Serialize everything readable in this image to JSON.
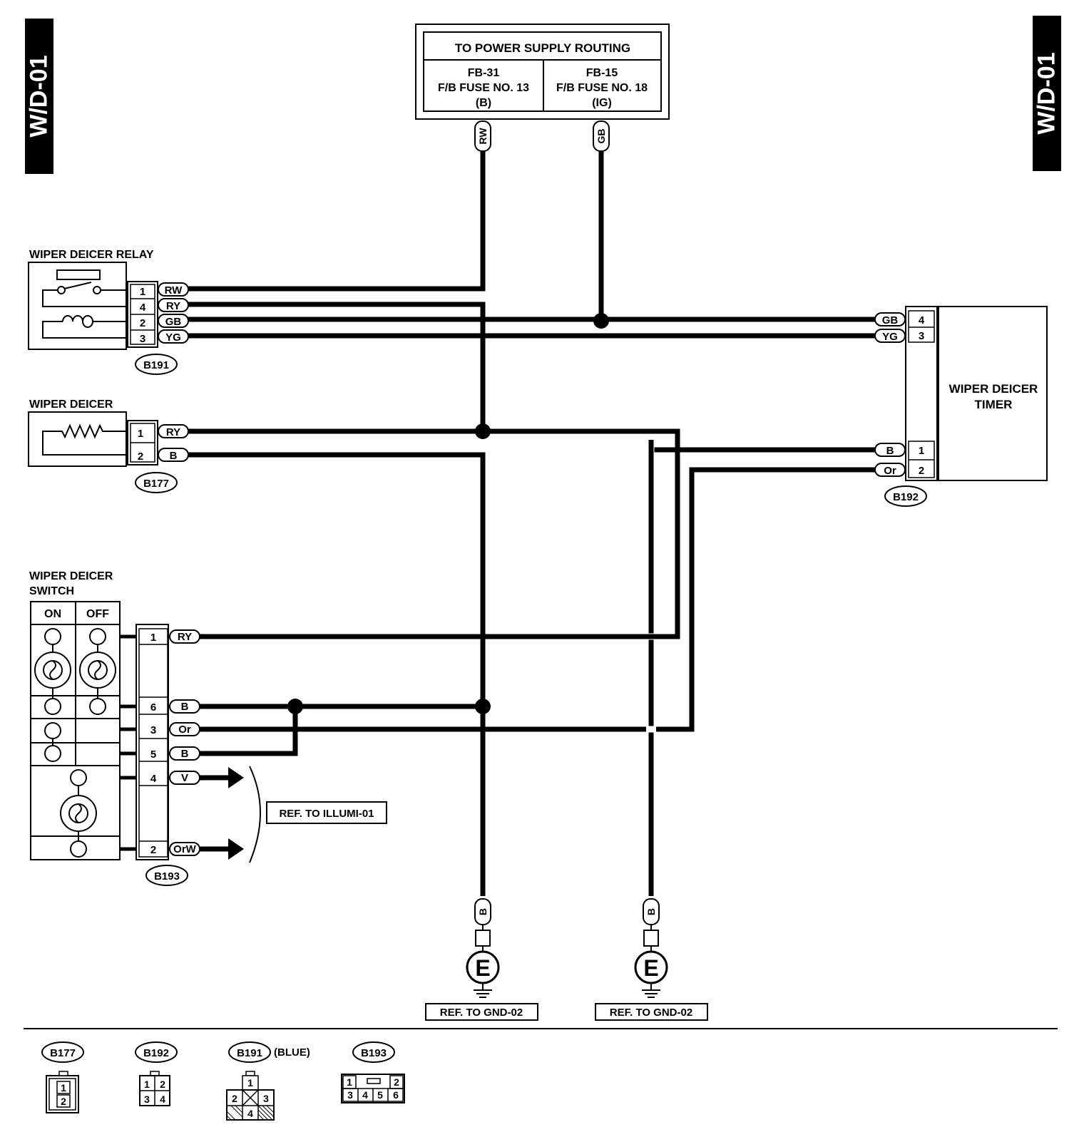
{
  "page_tag": "W/D-01",
  "power_box": {
    "title": "TO POWER SUPPLY ROUTING",
    "left": {
      "line1": "FB-31",
      "line2": "F/B FUSE NO. 13",
      "line3": "(B)"
    },
    "right": {
      "line1": "FB-15",
      "line2": "F/B FUSE NO. 18",
      "line3": "(IG)"
    },
    "wire_left": "RW",
    "wire_right": "GB"
  },
  "relay": {
    "title": "WIPER DEICER RELAY",
    "connector": "B191",
    "pins": [
      {
        "pin": "1",
        "wire": "RW"
      },
      {
        "pin": "4",
        "wire": "RY"
      },
      {
        "pin": "2",
        "wire": "GB"
      },
      {
        "pin": "3",
        "wire": "YG"
      }
    ]
  },
  "deicer": {
    "title": "WIPER DEICER",
    "connector": "B177",
    "pins": [
      {
        "pin": "1",
        "wire": "RY"
      },
      {
        "pin": "2",
        "wire": "B"
      }
    ]
  },
  "timer": {
    "title_line1": "WIPER DEICER",
    "title_line2": "TIMER",
    "connector": "B192",
    "pins": [
      {
        "pin": "4",
        "wire": "GB"
      },
      {
        "pin": "3",
        "wire": "YG"
      },
      {
        "pin": "1",
        "wire": "B"
      },
      {
        "pin": "2",
        "wire": "Or"
      }
    ]
  },
  "switch": {
    "title_line1": "WIPER DEICER",
    "title_line2": "SWITCH",
    "col_on": "ON",
    "col_off": "OFF",
    "connector": "B193",
    "pins": [
      {
        "pin": "1",
        "wire": "RY"
      },
      {
        "pin": "6",
        "wire": "B"
      },
      {
        "pin": "3",
        "wire": "Or"
      },
      {
        "pin": "5",
        "wire": "B"
      },
      {
        "pin": "4",
        "wire": "V"
      },
      {
        "pin": "2",
        "wire": "OrW"
      }
    ]
  },
  "ref_illumi": "REF. TO ILLUMI-01",
  "grounds": [
    {
      "wire": "B",
      "symbol": "E",
      "ref": "REF. TO GND-02"
    },
    {
      "wire": "B",
      "symbol": "E",
      "ref": "REF. TO GND-02"
    }
  ],
  "legend": {
    "b177": {
      "name": "B177",
      "cells": [
        "1",
        "2"
      ]
    },
    "b192": {
      "name": "B192",
      "cells": [
        "1",
        "2",
        "3",
        "4"
      ]
    },
    "b191": {
      "name": "B191",
      "note": "(BLUE)",
      "cells": [
        "1",
        "2",
        "3",
        "4"
      ]
    },
    "b193": {
      "name": "B193",
      "cells": [
        "1",
        "2",
        "3",
        "4",
        "5",
        "6"
      ]
    }
  }
}
